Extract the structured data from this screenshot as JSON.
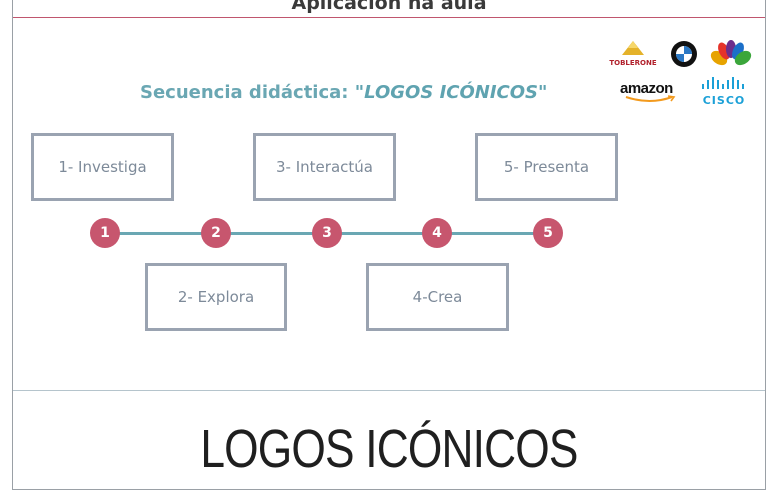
{
  "header": {
    "title": "Aplicación na aula"
  },
  "slide": {
    "title_prefix": "Secuencia didáctica: ",
    "title_emph": "\"LOGOS ICÓNICOS\""
  },
  "steps": [
    {
      "number": "1",
      "label": "1- Investiga"
    },
    {
      "number": "2",
      "label": "2- Explora"
    },
    {
      "number": "3",
      "label": "3- Interactúa"
    },
    {
      "number": "4",
      "label": "4-Crea"
    },
    {
      "number": "5",
      "label": "5- Presenta"
    }
  ],
  "logos": {
    "toblerone": "TOBLERONE",
    "amazon": "amazon",
    "cisco": "CISCO"
  },
  "caption": "LOGOS ICÓNICOS",
  "colors": {
    "accent": "#c7566e",
    "teal": "#6aa7b3",
    "box_border": "#9aa3b1"
  }
}
